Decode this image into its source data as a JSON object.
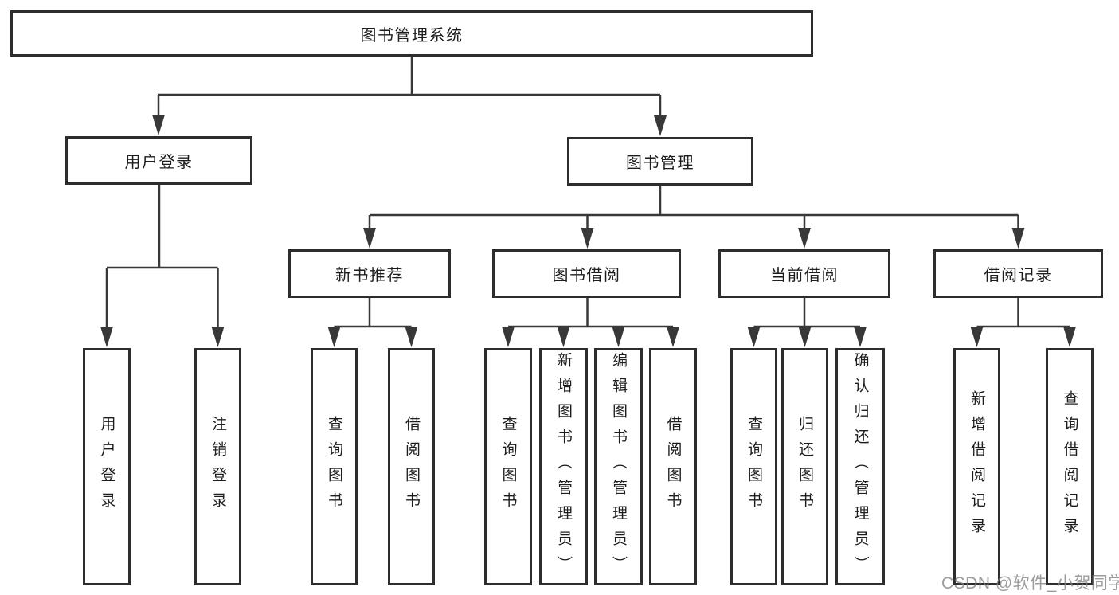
{
  "diagram": {
    "root": "图书管理系统",
    "level2": [
      "用户登录",
      "图书管理"
    ],
    "level3": [
      "新书推荐",
      "图书借阅",
      "当前借阅",
      "借阅记录"
    ],
    "leaves": [
      "用户登录",
      "注销登录",
      "查询图书",
      "借阅图书",
      "查询图书",
      "新增图书（管理员）",
      "编辑图书（管理员）",
      "借阅图书",
      "查询图书",
      "归还图书",
      "确认归还（管理员）",
      "新增借阅记录",
      "查询借阅记录"
    ]
  },
  "watermark": "CSDN @软件_小贺同学",
  "colors": {
    "line": "#383838",
    "box_border": "#2d2d2d",
    "text": "#1d1d1d",
    "watermark_gray": "#808080",
    "background": "#ffffff"
  }
}
